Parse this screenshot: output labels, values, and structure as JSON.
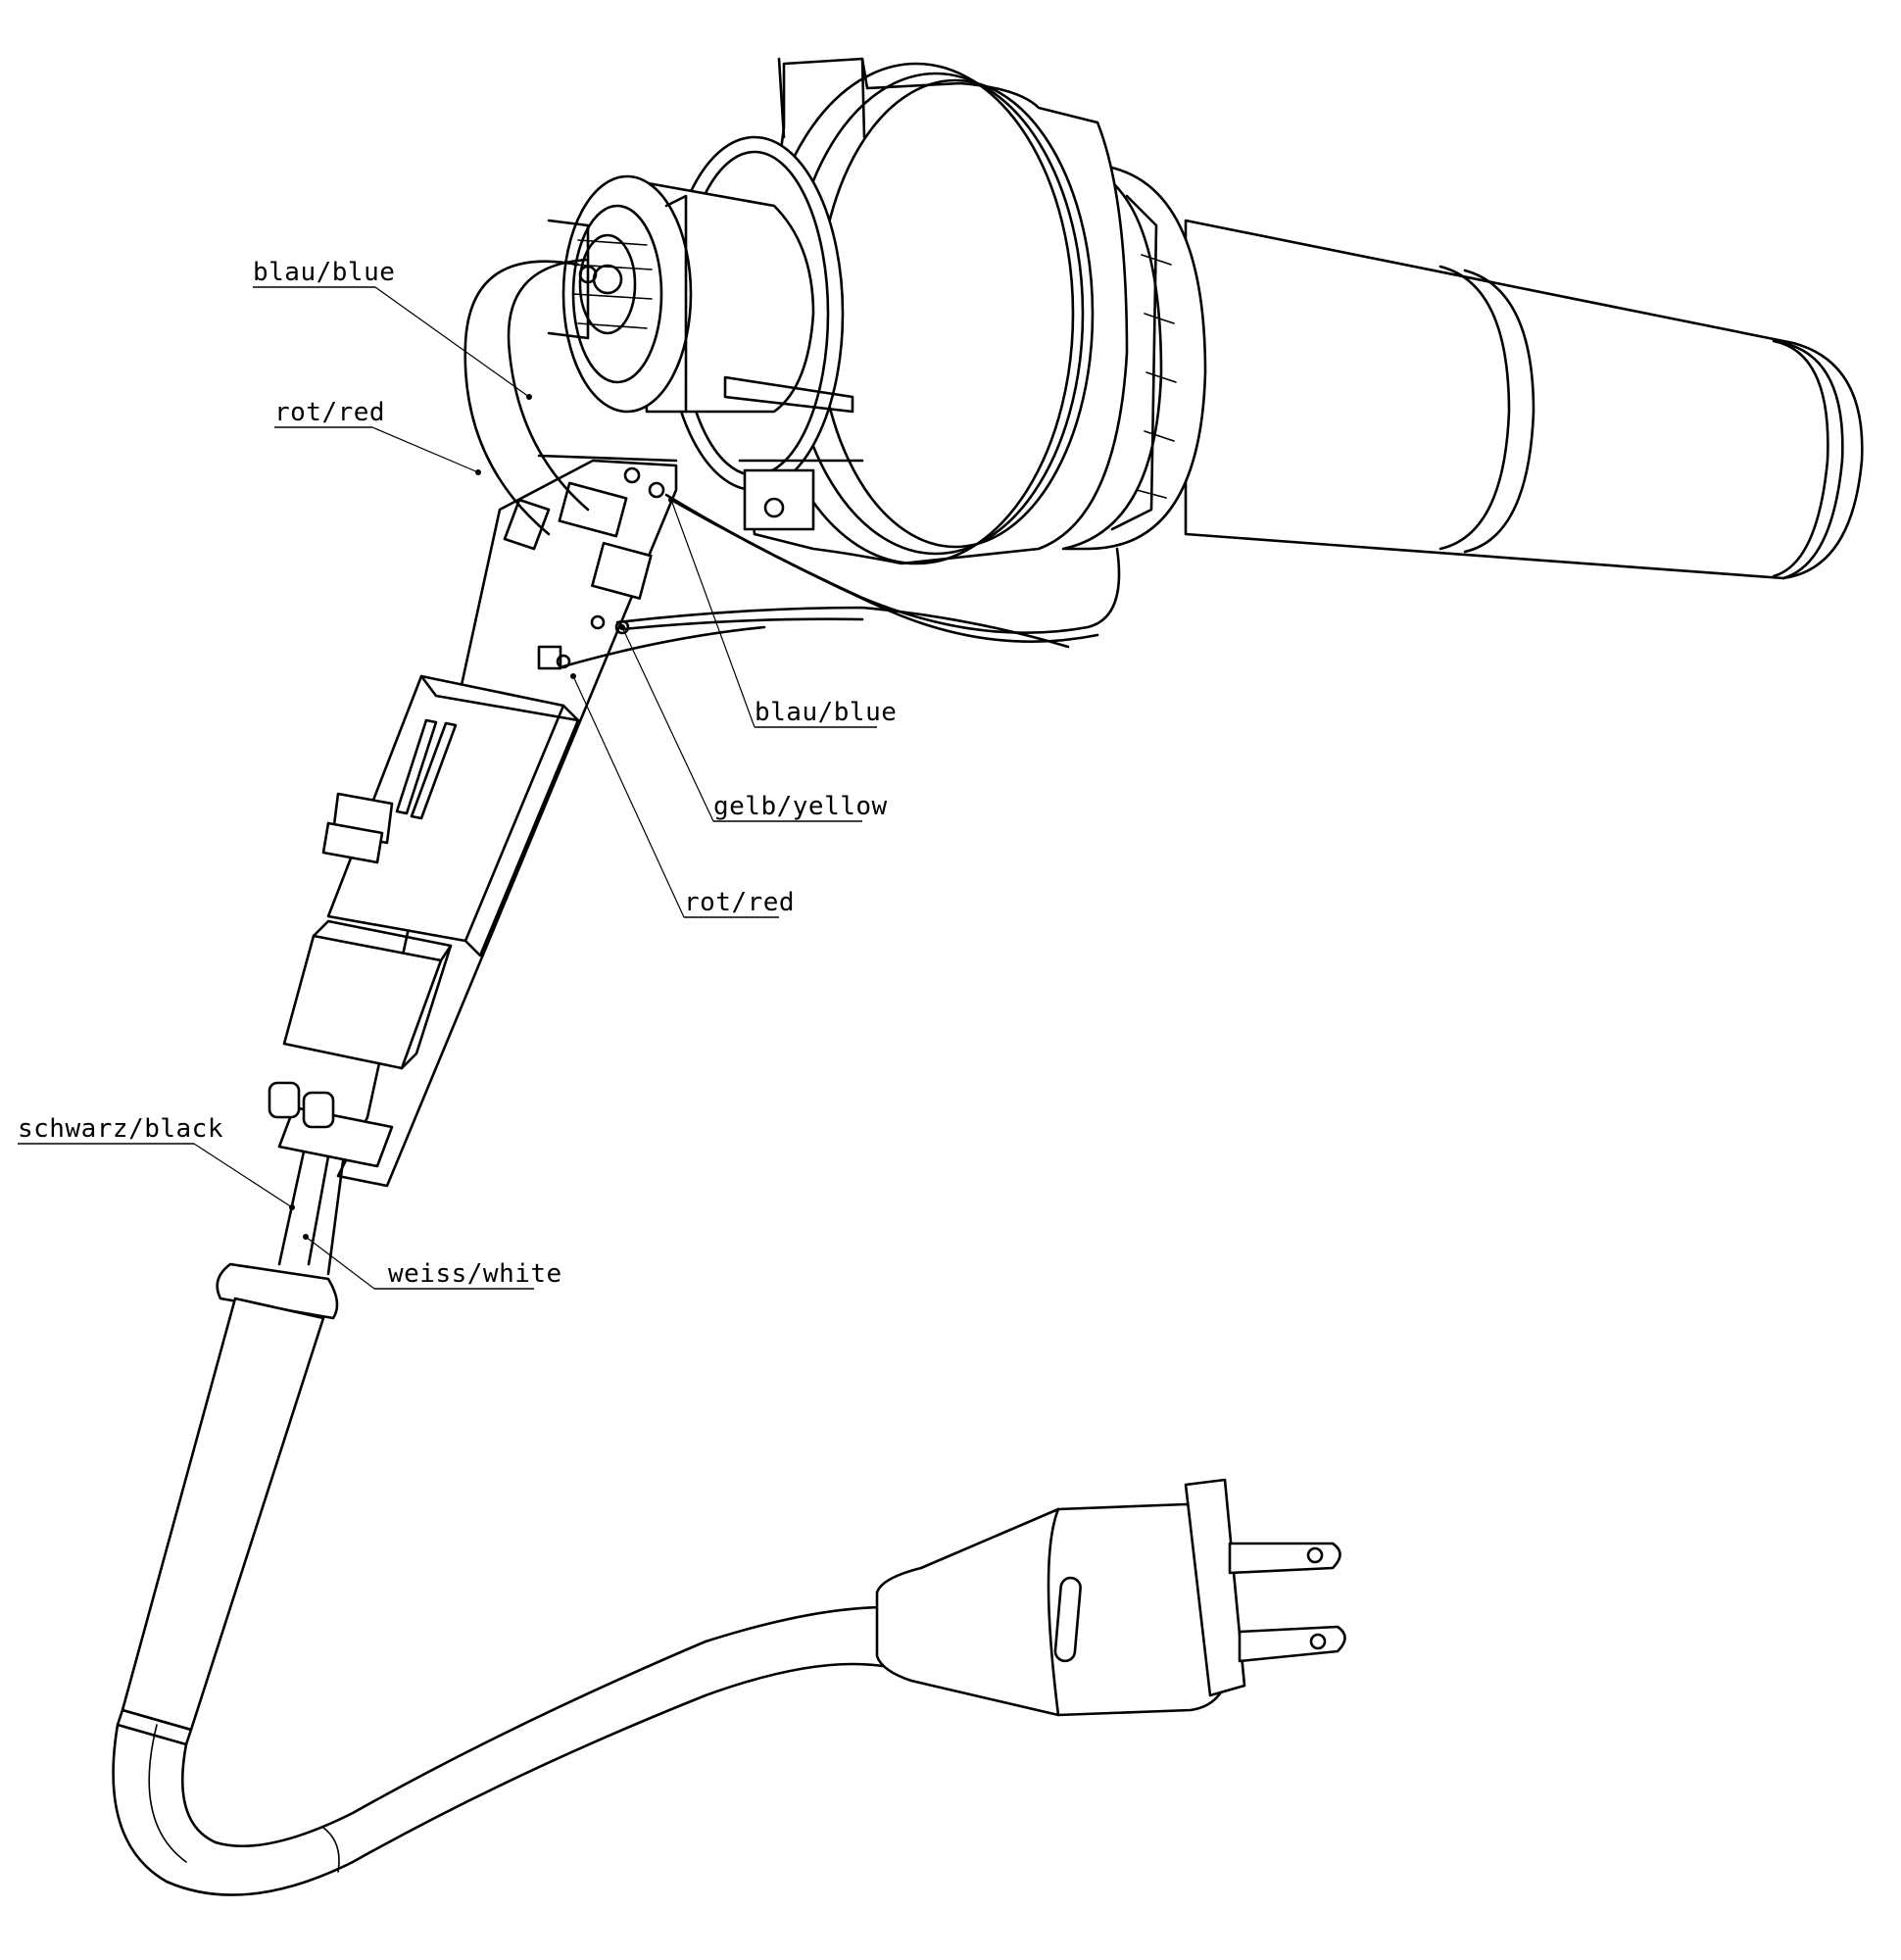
{
  "labels": {
    "blau_blue_1": "blau/blue",
    "rot_red_1": "rot/red",
    "blau_blue_2": "blau/blue",
    "gelb_yellow": "gelb/yellow",
    "rot_red_2": "rot/red",
    "schwarz_black": "schwarz/black",
    "weiss_white": "weiss/white"
  },
  "colors": {
    "ink": "#000000",
    "background": "#ffffff"
  }
}
